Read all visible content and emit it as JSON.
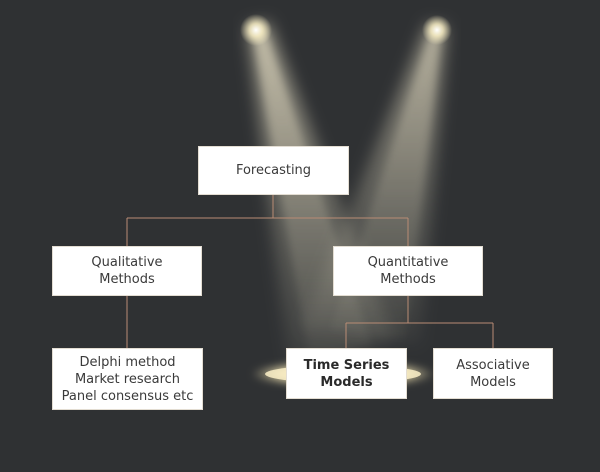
{
  "colors": {
    "background": "#2f3133",
    "connector": "#b98c74",
    "box_fill": "#ffffff",
    "spotlight": "#fff6d8"
  },
  "diagram": {
    "root": {
      "lines": [
        "Forecasting"
      ]
    },
    "qualitative": {
      "lines": [
        "Qualitative",
        "Methods"
      ]
    },
    "quantitative": {
      "lines": [
        "Quantitative",
        "Methods"
      ]
    },
    "qualitative_examples": {
      "lines": [
        "Delphi method",
        "Market research",
        "Panel consensus etc"
      ]
    },
    "time_series": {
      "lines": [
        "Time Series",
        "Models"
      ]
    },
    "associative": {
      "lines": [
        "Associative",
        "Models"
      ]
    }
  }
}
